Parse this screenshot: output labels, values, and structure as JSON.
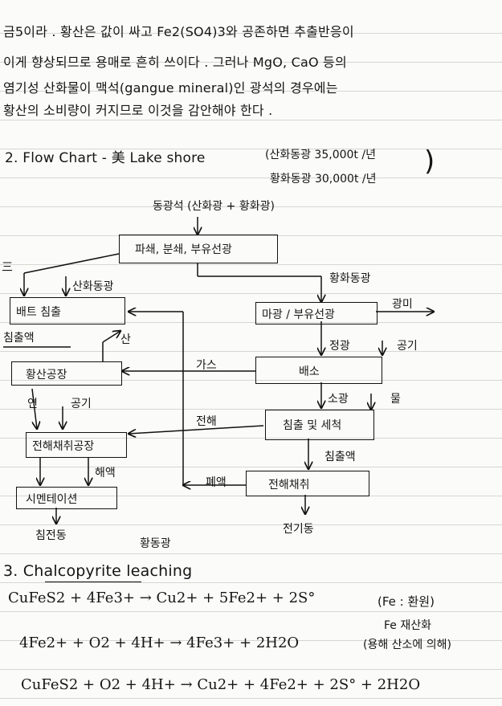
{
  "para": [
    "금5이라 . 황산은 값이 싸고 Fe2(SO4)3와 공존하면 추출반응이",
    "이게 향상되므로 용매로 흔히 쓰이다 . 그러나 MgO, CaO 등의",
    "염기성 산화물이 맥석(gangue mineral)인 광석의 경우에는",
    "황산의 소비량이 커지므로 이것을 감안해야 한다 ."
  ],
  "section2": {
    "heading": "2. Flow Chart - 美 Lake shore",
    "capacity_1": "(산화동광 35,000t /년",
    "capacity_2": "황화동광 30,000t /년",
    "top_label": "동광석 (산화광 + 황화광)",
    "boxes": {
      "crush": "파쇄, 분쇄, 부유선광",
      "vat": "배트 침출",
      "roast_flot": "마광 / 부유선광",
      "acid_plant": "황산공장",
      "roasting": "배소",
      "electrowin_plant": "전해채취공장",
      "leach_wash": "침출 및 세척",
      "cementation": "시멘테이션",
      "electrolysis": "전해채취"
    },
    "labels": {
      "oxide_ore": "산화동광",
      "sulfide_ore": "황화동광",
      "left_edge": "三",
      "leach_liquor_left": "침출액",
      "acid": "산",
      "tailings": "광미",
      "concentrate": "정광",
      "air_roast": "공기",
      "gas": "가스",
      "calcine": "소광",
      "water": "물",
      "lead": "연",
      "air_plant": "공기",
      "spent": "전해",
      "leach_liquor": "침출액",
      "electrolyte": "해액",
      "spent_electrolyte": "폐액",
      "cement_copper": "침전동",
      "cathode_copper": "전기동",
      "sulfide_copper": "황동광"
    }
  },
  "section3": {
    "heading": "3. Chalcopyrite leaching",
    "eq1": "CuFeS2 + 4Fe3+ → Cu2+ + 5Fe2+ + 2S°",
    "eq1_note": "(Fe : 환원)",
    "eq2": "4Fe2+ + O2 + 4H+ → 4Fe3+ + 2H2O",
    "eq2_note_1": "Fe 재산화",
    "eq2_note_2": "(용해 산소에 의해)",
    "eq3": "CuFeS2 + O2 + 4H+ → Cu2+ + 4Fe2+ + 2S° + 2H2O"
  }
}
